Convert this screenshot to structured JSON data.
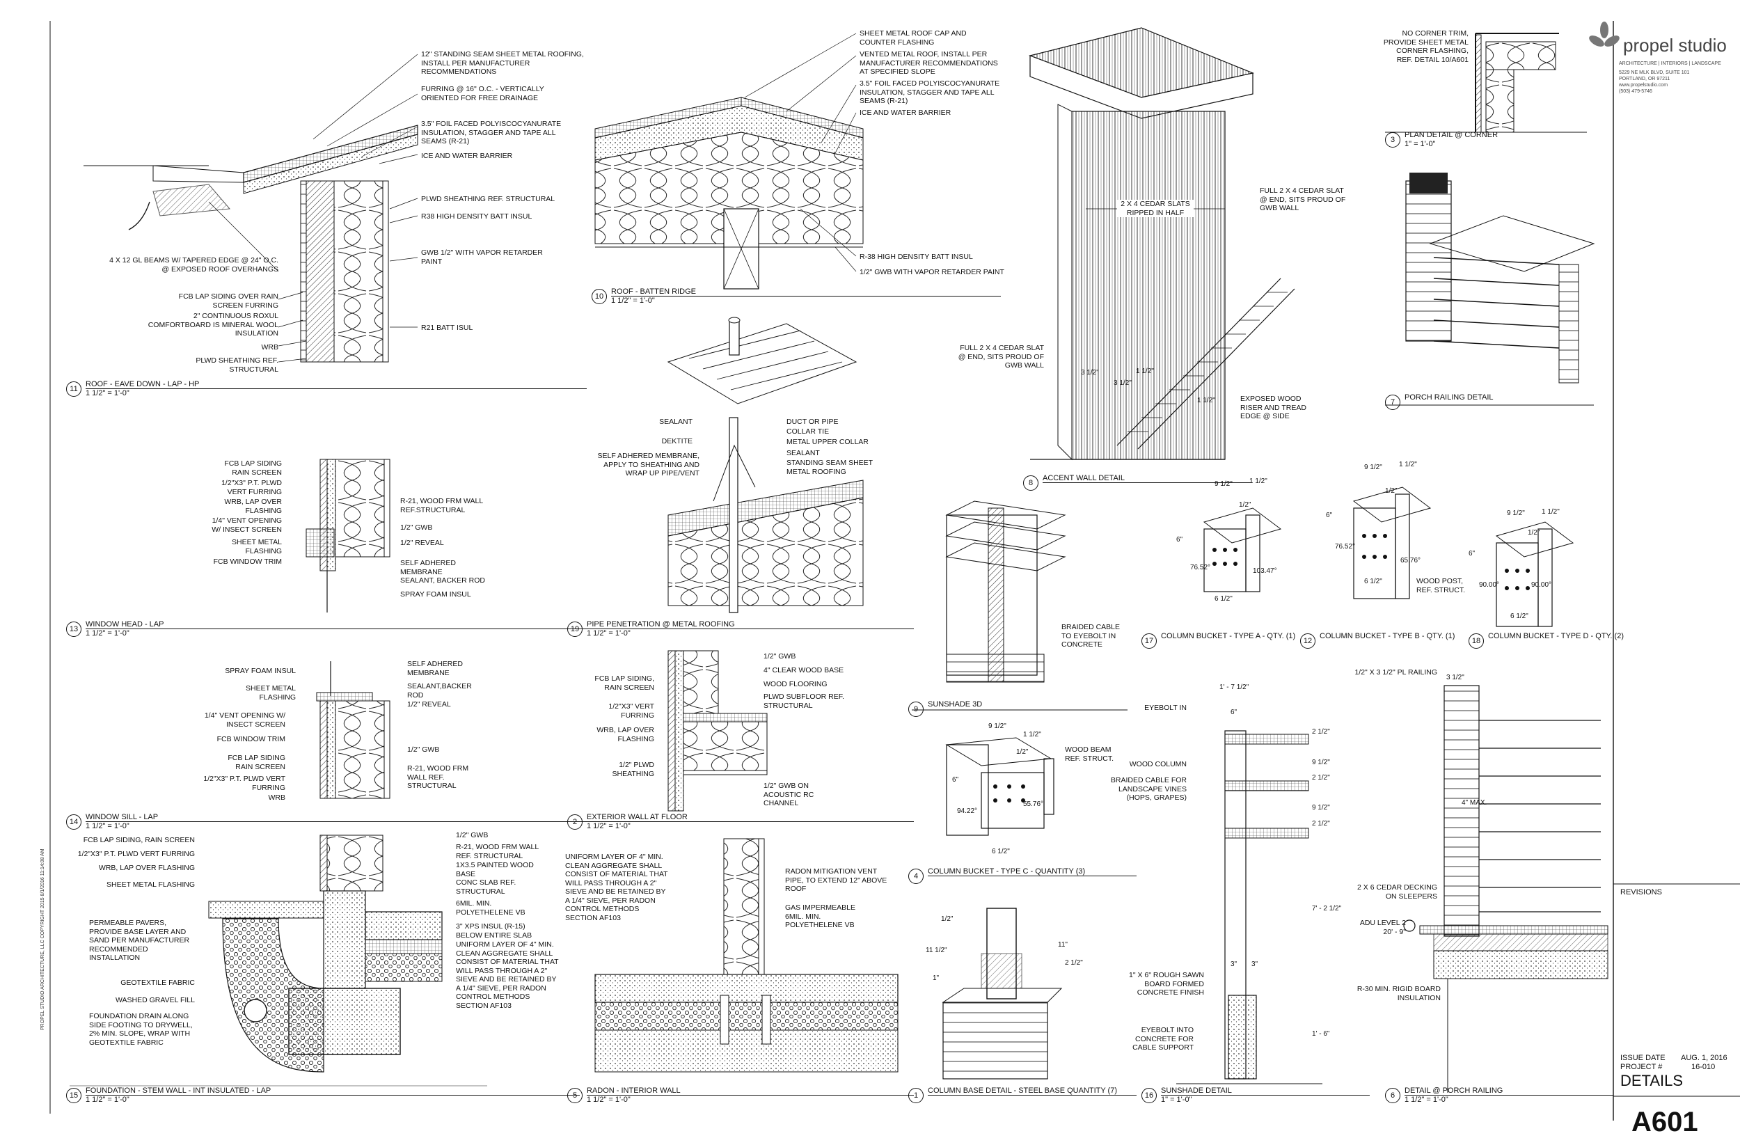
{
  "title_block": {
    "firm": "propel studio",
    "services": "ARCHITECTURE | INTERIORS | LANDSCAPE",
    "address1": "5229 NE MLK BLVD, SUITE 101",
    "address2": "PORTLAND, OR 97211",
    "website": "www.propelstudio.com",
    "phone": "(503) 479-5746",
    "revisions_label": "REVISIONS",
    "issue_date_label": "ISSUE DATE",
    "issue_date": "AUG. 1, 2016",
    "project_label": "PROJECT #",
    "project_number": "16-010",
    "sheet_name": "DETAILS",
    "sheet_number": "A601"
  },
  "side_stamp": "PROPEL STUDIO ARCHITECTURE, LLC    COPYRIGHT 2015    8/1/2016 11:14:08 AM",
  "details": [
    {
      "num": "11",
      "name": "ROOF - EAVE DOWN - LAP - HP",
      "scale": "1 1/2\" = 1'-0\""
    },
    {
      "num": "10",
      "name": "ROOF - BATTEN RIDGE",
      "scale": "1 1/2\" = 1'-0\""
    },
    {
      "num": "8",
      "name": "ACCENT WALL DETAIL",
      "scale": ""
    },
    {
      "num": "3",
      "name": "PLAN DETAIL @ CORNER",
      "scale": "1\" = 1'-0\""
    },
    {
      "num": "7",
      "name": "PORCH RAILING DETAIL",
      "scale": ""
    },
    {
      "num": "13",
      "name": "WINDOW HEAD - LAP",
      "scale": "1 1/2\" = 1'-0\""
    },
    {
      "num": "19",
      "name": "PIPE PENETRATION @ METAL ROOFING",
      "scale": "1 1/2\" = 1'-0\""
    },
    {
      "num": "17",
      "name": "COLUMN BUCKET - TYPE A - QTY. (1)",
      "scale": ""
    },
    {
      "num": "12",
      "name": "COLUMN BUCKET - TYPE B - QTY. (1)",
      "scale": ""
    },
    {
      "num": "18",
      "name": "COLUMN BUCKET - TYPE D - QTY. (2)",
      "scale": ""
    },
    {
      "num": "9",
      "name": "SUNSHADE 3D",
      "scale": ""
    },
    {
      "num": "14",
      "name": "WINDOW SILL - LAP",
      "scale": "1 1/2\" = 1'-0\""
    },
    {
      "num": "2",
      "name": "EXTERIOR WALL AT FLOOR",
      "scale": "1 1/2\" = 1'-0\""
    },
    {
      "num": "4",
      "name": "COLUMN BUCKET - TYPE C - QUANTITY (3)",
      "scale": ""
    },
    {
      "num": "15",
      "name": "FOUNDATION - STEM WALL - INT INSULATED - LAP",
      "scale": "1 1/2\" = 1'-0\""
    },
    {
      "num": "5",
      "name": "RADON - INTERIOR WALL",
      "scale": "1 1/2\" = 1'-0\""
    },
    {
      "num": "1",
      "name": "COLUMN BASE DETAIL - STEEL BASE QUANTITY (7)",
      "scale": ""
    },
    {
      "num": "16",
      "name": "SUNSHADE DETAIL",
      "scale": "1\" = 1'-0\""
    },
    {
      "num": "6",
      "name": "DETAIL @ PORCH RAILING",
      "scale": "1 1/2\" = 1'-0\""
    }
  ],
  "notes": {
    "d11_seam": "12\" STANDING SEAM SHEET METAL ROOFING, INSTALL PER MANUFACTURER RECOMMENDATIONS",
    "d11_furring": "FURRING @ 16\" O.C. - VERTICALLY ORIENTED FOR FREE DRAINAGE",
    "d11_foil": "3.5\" FOIL FACED POLYISCOCYANURATE INSULATION, STAGGER AND TAPE ALL SEAMS (R-21)",
    "d11_ice": "ICE AND WATER BARRIER",
    "d11_plwd": "PLWD SHEATHING REF. STRUCTURAL",
    "d11_r38": "R38 HIGH DENSITY BATT INSUL",
    "d11_gwb": "GWB 1/2\" WITH VAPOR RETARDER PAINT",
    "d11_r21": "R21 BATT ISUL",
    "d11_beams": "4 x 12 GL BEAMS W/ TAPERED EDGE @ 24\" O.C. @ EXPOSED ROOF OVERHANGS",
    "d11_fcb": "FCB LAP SIDING OVER RAIN SCREEN FURRING",
    "d11_roxul": "2\" CONTINUOUS ROXUL COMFORTBOARD IS MINERAL WOOL INSULATION",
    "d11_wrb": "WRB",
    "d11_plwd2": "PLWD SHEATHING REF. STRUCTURAL",
    "d10_cap": "SHEET METAL ROOF CAP AND COUNTER FLASHING",
    "d10_vented": "VENTED METAL ROOF, INSTALL PER MANUFACTURER RECOMMENDATIONS AT SPECIFIED SLOPE",
    "d10_foil": "3.5\" FOIL FACED POLYISCOCYANURATE INSULATION, STAGGER AND TAPE ALL SEAMS (R-21)",
    "d10_ice": "ICE AND WATER BARRIER",
    "d10_r38": "R-38 HIGH DENSITY BATT INSUL",
    "d10_gwb": "1/2\" GWB WITH VAPOR RETARDER PAINT",
    "d8_slats": "2 X 4 CEDAR SLATS RIPPED IN HALF",
    "d8_full_r": "FULL 2 X 4 CEDAR SLAT @ END, SITS PROUD OF GWB WALL",
    "d8_full_l": "FULL 2 X 4 CEDAR SLAT @ END, SITS PROUD OF GWB WALL",
    "d8_riser": "EXPOSED WOOD RISER AND TREAD EDGE @ SIDE",
    "d3_corner": "NO CORNER TRIM, PROVIDE SHEET METAL CORNER FLASHING, REF. DETAIL 10/A601",
    "d13_fcb": "FCB LAP SIDING RAIN SCREEN",
    "d13_pt": "1/2\"X3\" P.T. PLWD VERT FURRING",
    "d13_wrb": "WRB, LAP OVER FLASHING",
    "d13_vent": "1/4\" VENT OPENING W/ INSECT SCREEN",
    "d13_sm": "SHEET METAL FLASHING",
    "d13_trim": "FCB WINDOW TRIM",
    "d13_r21": "R-21, WOOD FRM WALL REF.STRUCTURAL",
    "d13_gwb": "1/2\" GWB",
    "d13_reveal": "1/2\" REVEAL",
    "d13_self": "SELF ADHERED MEMBRANE",
    "d13_sealant": "SEALANT, BACKER ROD",
    "d13_spray": "SPRAY FOAM INSUL",
    "d19_sealant": "SEALANT",
    "d19_dektite": "DEKTITE",
    "d19_self": "SELF ADHERED MEMBRANE, APPLY TO SHEATHING AND WRAP UP PIPE/VENT",
    "d19_duct": "DUCT OR PIPE",
    "d19_collar": "COLLAR TIE",
    "d19_upper": "METAL UPPER COLLAR",
    "d19_sealant2": "SEALANT",
    "d19_seam": "STANDING SEAM SHEET METAL ROOFING",
    "d9_cable": "BRAIDED CABLE TO EYEBOLT IN CONCRETE",
    "d12_post": "WOOD POST, REF. STRUCT.",
    "d14_spray": "SPRAY FOAM INSUL",
    "d14_sm": "SHEET METAL FLASHING",
    "d14_vent": "1/4\" VENT OPENING W/ INSECT SCREEN",
    "d14_trim": "FCB WINDOW TRIM",
    "d14_fcb": "FCB LAP SIDING RAIN SCREEN",
    "d14_pt": "1/2\"X3\" P.T. PLWD VERT FURRING",
    "d14_wrb": "WRB",
    "d14_self": "SELF ADHERED MEMBRANE",
    "d14_sealant": "SEALANT,BACKER ROD",
    "d14_reveal": "1/2\" REVEAL",
    "d14_gwb": "1/2\" GWB",
    "d14_r21": "R-21, WOOD FRM WALL REF. STRUCTURAL",
    "d2_fcb": "FCB LAP SIDING, RAIN SCREEN",
    "d2_pt": "1/2\"X3\" VERT FURRING",
    "d2_wrb": "WRB, LAP OVER FLASHING",
    "d2_plwd": "1/2\" PLWD SHEATHING",
    "d2_gwb": "1/2\" GWB",
    "d2_base": "4\" CLEAR WOOD BASE",
    "d2_floor": "WOOD FLOORING",
    "d2_subfloor": "PLWD SUBFLOOR REF. STRUCTURAL",
    "d2_gwb2": "1/2\" GWB ON ACOUSTIC RC CHANNEL",
    "d4_beam": "WOOD BEAM REF. STRUCT.",
    "d15_fcb": "FCB LAP SIDING, RAIN SCREEN",
    "d15_pt": "1/2\"X3\" P.T. PLWD VERT FURRING",
    "d15_wrb": "WRB, LAP OVER FLASHING",
    "d15_sm": "SHEET METAL FLASHING",
    "d15_pavers": "PERMEABLE PAVERS, PROVIDE BASE LAYER AND SAND PER MANUFACTURER RECOMMENDED INSTALLATION",
    "d15_geo": "GEOTEXTILE FABRIC",
    "d15_gravel": "WASHED GRAVEL FILL",
    "d15_drain": "FOUNDATION DRAIN ALONG SIDE FOOTING TO DRYWELL, 2% MIN. SLOPE, WRAP WITH GEOTEXTILE FABRIC",
    "d15_gwb": "1/2\" GWB",
    "d15_r21": "R-21, WOOD FRM WALL REF. STRUCTURAL",
    "d15_base": "1x3.5 PAINTED WOOD BASE",
    "d15_slab": "CONC SLAB REF. STRUCTURAL",
    "d15_vb": "6MIL. MIN. POLYETHELENE VB",
    "d15_xps": "3\" XPS INSUL (R-15) BELOW ENTIRE SLAB",
    "d15_agg": "UNIFORM LAYER OF 4\" MIN. CLEAN AGGREGATE SHALL CONSIST OF MATERIAL THAT WILL PASS THROUGH A 2\" SIEVE AND BE RETAINED BY A 1/4\" SIEVE, PER RADON CONTROL METHODS SECTION AF103",
    "d5_agg": "UNIFORM LAYER OF 4\" MIN. CLEAN AGGREGATE SHALL CONSIST OF MATERIAL THAT WILL PASS THROUGH A 2\" SIEVE AND BE RETAINED BY A 1/4\" SIEVE, PER RADON CONTROL METHODS SECTION AF103",
    "d5_vent": "RADON MITIGATION VENT PIPE, TO EXTEND 12\" ABOVE ROOF",
    "d5_gas": "GAS IMPERMEABLE 6MIL. MIN. POLYETHELENE VB",
    "d16_eyebolt": "EYEBOLT IN",
    "d16_column": "WOOD COLUMN",
    "d16_cable": "BRAIDED CABLE FOR LANDSCAPE VINES (HOPS, GRAPES)",
    "d16_board": "1\" X 6\" ROUGH SAWN BOARD FORMED CONCRETE FINISH",
    "d16_eyebolt2": "EYEBOLT INTO CONCRETE FOR CABLE SUPPORT",
    "d6_rail": "1/2\" X 3 1/2\" PL RAILING",
    "d6_decking": "2 X 6 CEDAR DECKING ON SLEEPERS",
    "d6_level": "ADU LEVEL 2",
    "d6_elev": "20' - 9\"",
    "d6_rigid": "R-30 MIN. RIGID BOARD INSULATION"
  },
  "dims": {
    "d17": [
      "9 1/2\"",
      "1 1/2\"",
      "1/2\"",
      "6\"",
      "76.52°",
      "103.47°",
      "6 1/2\""
    ],
    "d12": [
      "9 1/2\"",
      "1 1/2\"",
      "1/2\"",
      "6\"",
      "76.52°",
      "65.76°",
      "6 1/2\""
    ],
    "d18": [
      "9 1/2\"",
      "1 1/2\"",
      "1/2\"",
      "6\"",
      "90.00°",
      "90.00°",
      "6 1/2\""
    ],
    "d4": [
      "9 1/2\"",
      "1 1/2\"",
      "1/2\"",
      "6\"",
      "94.22°",
      "55.76°",
      "6 1/2\""
    ],
    "d1": [
      "1/2\"",
      "11 1/2\"",
      "11\"",
      "2 1/2\"",
      "1\""
    ],
    "d16": [
      "1' - 7 1/2\"",
      "6\"",
      "2 1/2\"",
      "9 1/2\"",
      "2 1/2\"",
      "9 1/2\"",
      "2 1/2\"",
      "7' - 2 1/2\"",
      "3\"",
      "3\"",
      "1' - 6\""
    ],
    "d6": [
      "3 1/2\"",
      "4\" MAX."
    ],
    "d8": [
      "3 1/2\"",
      "3 1/2\"",
      "1 1/2\"",
      "1 1/2\""
    ]
  }
}
